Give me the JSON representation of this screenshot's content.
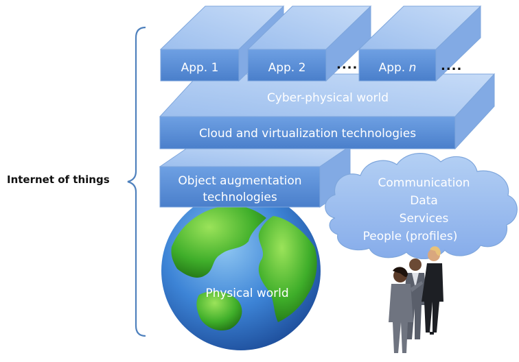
{
  "side_label": "Internet of things",
  "apps": [
    {
      "label": "App. 1"
    },
    {
      "label": "App. 2"
    },
    {
      "label": "App. ",
      "label_italic": "n"
    }
  ],
  "ellipsis": "....",
  "cyber_layer": {
    "top_label": "Cyber-physical world",
    "front_label": "Cloud and virtualization technologies"
  },
  "augmentation_layer": {
    "line1": "Object augmentation",
    "line2": "technologies"
  },
  "globe_label": "Physical world",
  "cloud_lines": [
    "Communication",
    "Data",
    "Services",
    "People (profiles)"
  ],
  "colors": {
    "block_front": "#5b8fd6",
    "block_top": "#a9c7f0",
    "block_side": "#82aae4",
    "cloud": "#9ec0ee",
    "bracket": "#4f81bd",
    "ocean": "#3d84d6",
    "land": "#3fae2a"
  }
}
